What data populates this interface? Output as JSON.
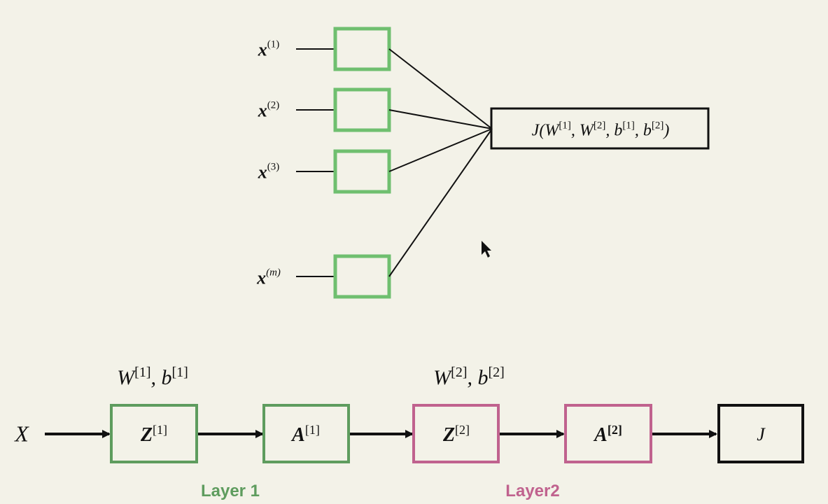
{
  "colors": {
    "background": "#f3f2e8",
    "layer1": "#5e9c5e",
    "layer1_light": "#6fbf6f",
    "layer2": "#c0628e",
    "black": "#111111"
  },
  "top": {
    "inputs": [
      {
        "base": "x",
        "sup": "(1)"
      },
      {
        "base": "x",
        "sup": "(2)"
      },
      {
        "base": "x",
        "sup": "(3)"
      },
      {
        "base": "x",
        "sup": "(m)"
      }
    ],
    "cost": {
      "f": "J(",
      "W1": "W",
      "W1s": "[1]",
      "W2": "W",
      "W2s": "[2]",
      "b1": "b",
      "b1s": "[1]",
      "b2": "b",
      "b2s": "[2]",
      "close": ")",
      "comma": ", "
    }
  },
  "bottom": {
    "input_label": "X",
    "params1": {
      "W": "W",
      "Ws": "[1]",
      "b": "b",
      "bs": "[1]",
      "comma": ", "
    },
    "params2": {
      "W": "W",
      "Ws": "[2]",
      "b": "b",
      "bs": "[2]",
      "comma": ", "
    },
    "nodes": [
      {
        "base": "Z",
        "sup": "[1]"
      },
      {
        "base": "A",
        "sup": "[1]"
      },
      {
        "base": "Z",
        "sup": "[2]"
      },
      {
        "base": "A",
        "sup": "[2]"
      },
      {
        "base": "J",
        "sup": ""
      }
    ],
    "layer1_label": "Layer 1",
    "layer2_label": "Layer2"
  }
}
